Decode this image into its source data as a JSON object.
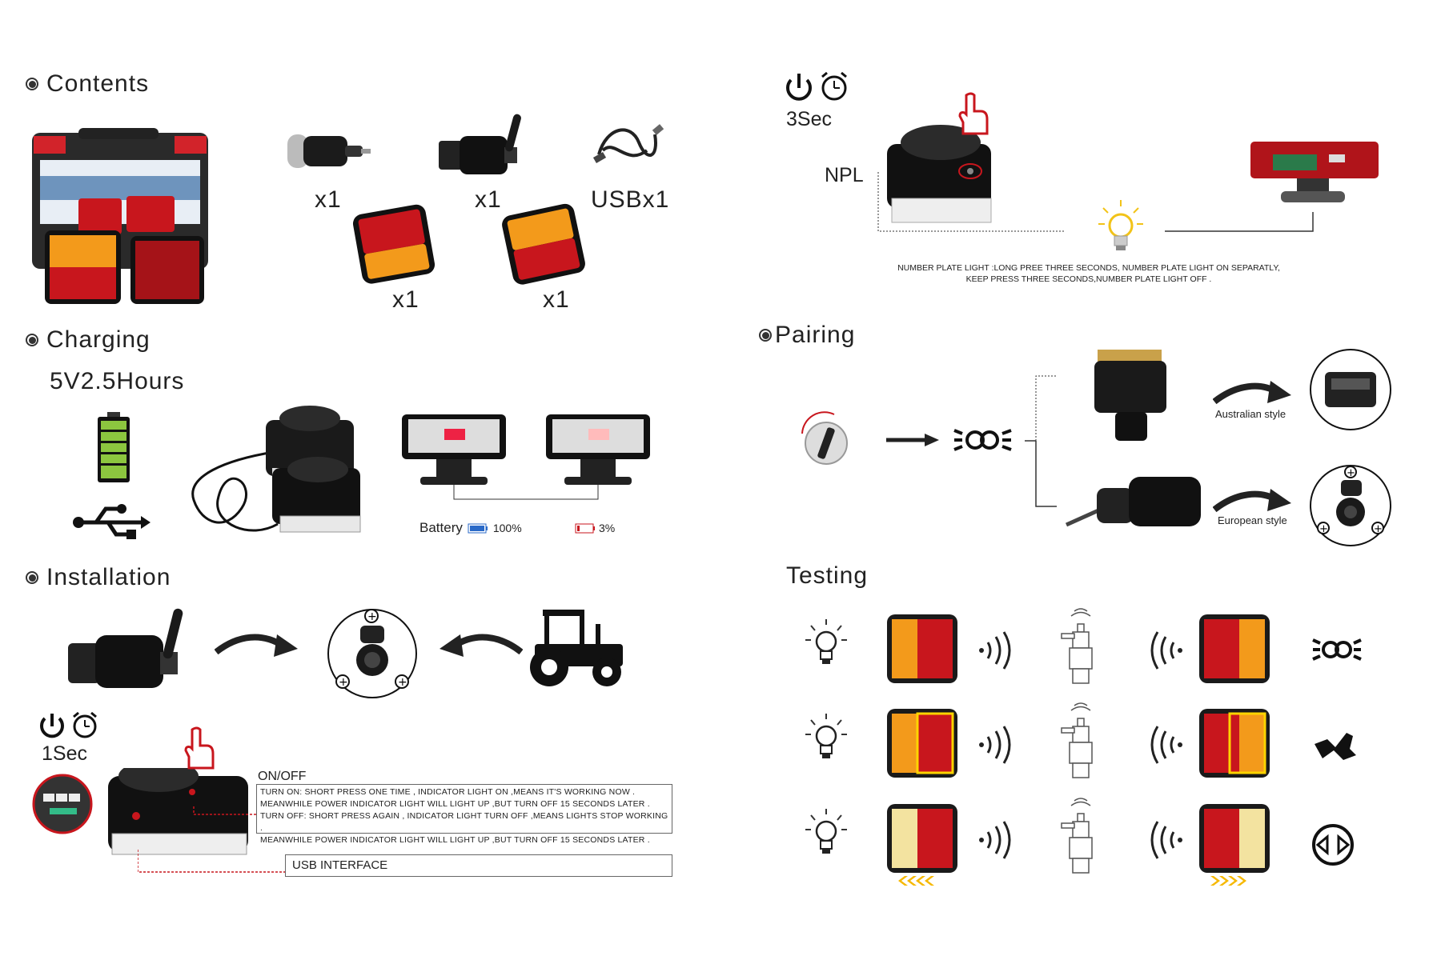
{
  "contents": {
    "title": "Contents",
    "qty_plug": "x1",
    "qty_adapter": "x1",
    "qty_usb": "USBx1",
    "qty_light_left": "x1",
    "qty_light_right": "x1"
  },
  "charging": {
    "title": "Charging",
    "spec": "5V2.5Hours",
    "battery_label": "Battery",
    "battery_full": "100%",
    "battery_low": "3%"
  },
  "installation": {
    "title": "Installation",
    "hold_time": "1Sec",
    "onoff_label": "ON/OFF",
    "onoff_lines": [
      "TURN ON: SHORT PRESS ONE TIME , INDICATOR LIGHT ON ,MEANS IT'S WORKING NOW .",
      "MEANWHILE POWER INDICATOR LIGHT WILL LIGHT UP ,BUT TURN OFF 15 SECONDS LATER .",
      "TURN OFF: SHORT PRESS AGAIN , INDICATOR LIGHT TURN OFF ,MEANS LIGHTS STOP WORKING .",
      "MEANWHILE POWER INDICATOR LIGHT WILL LIGHT UP ,BUT TURN OFF 15 SECONDS LATER ."
    ],
    "usb_label": "USB INTERFACE"
  },
  "npl": {
    "hold_time": "3Sec",
    "label": "NPL",
    "note_line1": "NUMBER PLATE LIGHT :LONG PREE THREE SECONDS, NUMBER PLATE LIGHT ON SEPARATLY,",
    "note_line2": "KEEP PRESS THREE SECONDS,NUMBER PLATE LIGHT OFF ."
  },
  "pairing": {
    "title": "Pairing",
    "australian": "Australian style",
    "european": "European style"
  },
  "testing": {
    "title": "Testing",
    "rows": [
      {
        "function": "position-light",
        "icon": "lights-icon"
      },
      {
        "function": "brake",
        "icon": "brake-icon"
      },
      {
        "function": "indicator",
        "icon": "hazard-icon"
      }
    ]
  },
  "colors": {
    "red": "#c8161d",
    "amber": "#f39a1b",
    "dark": "#1a1a1a",
    "green": "#8cc63f"
  }
}
